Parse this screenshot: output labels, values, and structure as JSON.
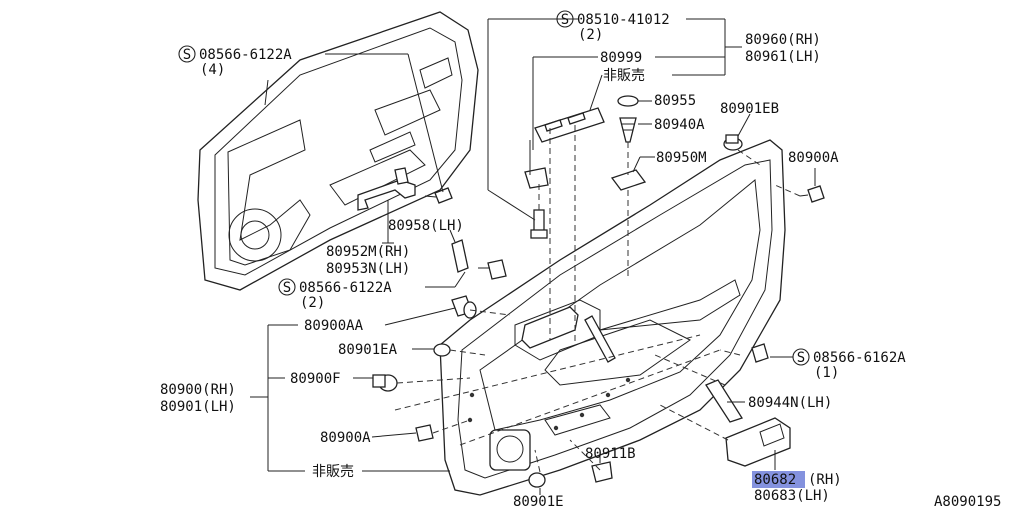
{
  "diagram_code": "A8090195",
  "highlight_color": "#6f7fd8",
  "labels": {
    "s_08510_41012": "08510-41012",
    "s_08510_41012_qty": "(2)",
    "s_08566_6122a_top": "08566-6122A",
    "s_08566_6122a_top_qty": "(4)",
    "p80999": "80999",
    "hihanbai_top": "非販売",
    "p80960": "80960(RH)",
    "p80961": "80961(LH)",
    "p80955": "80955",
    "p80940a": "80940A",
    "p80901eb": "80901EB",
    "p80950m": "80950M",
    "p80900a_right": "80900A",
    "p80958": "80958(LH)",
    "p80952m": "80952M(RH)",
    "p80953n": "80953N(LH)",
    "s_08566_6122a_mid": "08566-6122A",
    "s_08566_6122a_mid_qty": "(2)",
    "p80900aa": "80900AA",
    "p80901ea": "80901EA",
    "p80900rh": "80900(RH)",
    "p80901lh": "80901(LH)",
    "p80900f": "80900F",
    "p80900a_left": "80900A",
    "hihanbai_bottom": "非販売",
    "p80911b": "80911B",
    "p80901e": "80901E",
    "s_08566_6162a": "08566-6162A",
    "s_08566_6162a_qty": "(1)",
    "p80944n": "80944N(LH)",
    "p80682": "80682",
    "p80682_side": "(RH)",
    "p80683": "80683(LH)"
  },
  "symbols": {
    "screw_mark": "S"
  }
}
